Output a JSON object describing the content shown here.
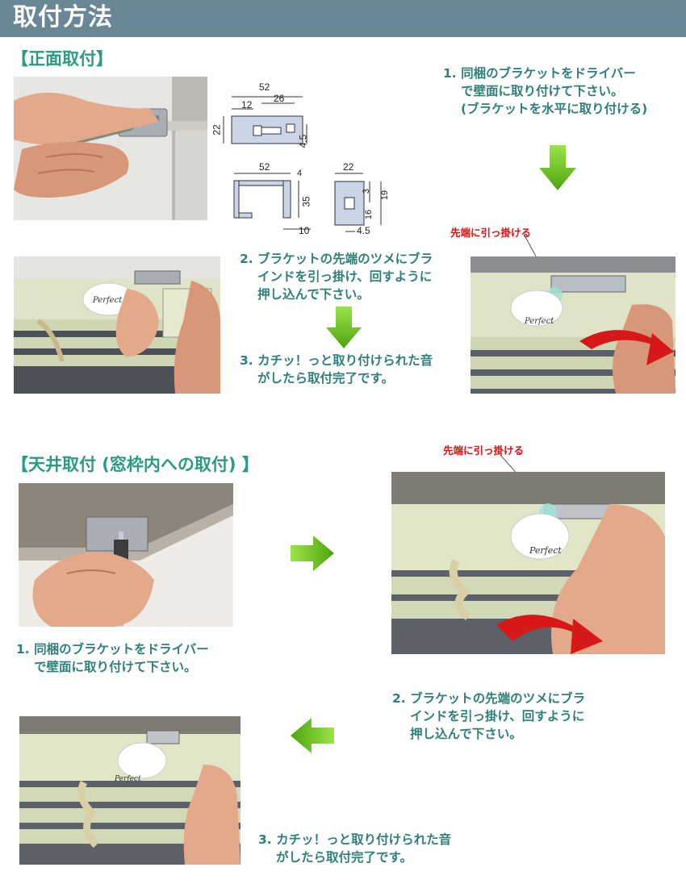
{
  "header": {
    "title": "取付方法"
  },
  "front": {
    "title": "【正面取付】",
    "step1": {
      "line1": "1. 同梱のブラケットをドライバー",
      "line2": "で壁面に取り付けて下さい。",
      "line3": "(ブラケットを水平に取り付ける)"
    },
    "step2": {
      "line1": "2. ブラケットの先端のツメにブラ",
      "line2": "インドを引っ掛け、回すように",
      "line3": "押し込んで下さい。"
    },
    "step3": {
      "line1": "3. カチッ！っと取り付けられた音",
      "line2": "がしたら取付完了です。"
    },
    "callout": "先端に引っ掛ける"
  },
  "ceiling": {
    "title": "【天井取付 (窓枠内への取付) 】",
    "step1": {
      "line1": "1. 同梱のブラケットをドライバー",
      "line2": "で壁面に取り付けて下さい。"
    },
    "step2": {
      "line1": "2. ブラケットの先端のツメにブラ",
      "line2": "インドを引っ掛け、回すように",
      "line3": "押し込んで下さい。"
    },
    "step3": {
      "line1": "3. カチッ！っと取り付けられた音",
      "line2": "がしたら取付完了です。"
    },
    "callout": "先端に引っ掛ける"
  },
  "diagram": {
    "top_view": {
      "width": "52",
      "offset_a": "12",
      "offset_b": "26",
      "height": "22",
      "slot": "4.5"
    },
    "side_view": {
      "width": "52",
      "lip": "4",
      "height": "35",
      "base": "10"
    },
    "end_view": {
      "width": "22",
      "d1": "3",
      "d2": "19",
      "d3": "16",
      "base": "4.5"
    }
  },
  "label": {
    "brand": "Perfect"
  },
  "colors": {
    "header_bg": "#6a8796",
    "title": "#2a9b82",
    "step_text": "#2f7f7a",
    "arrow_green": "#6cc51e",
    "callout_red": "#e01010",
    "rotate_arrow": "#d71818"
  }
}
